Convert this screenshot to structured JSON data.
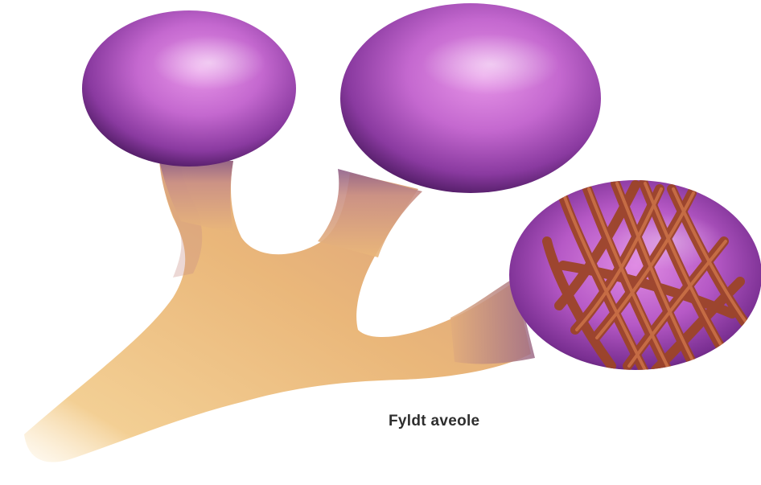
{
  "diagram": {
    "caption": "Fyldt aveole",
    "colors": {
      "duct_light": "#f6d9a6",
      "duct_mid": "#e8b877",
      "duct_shadow": "#b97a6a",
      "alveolus_light": "#dc8ae0",
      "alveolus_mid": "#a34ab5",
      "alveolus_dark": "#4a1a5e",
      "myoepithelial_fiber": "#b0522f",
      "fiber_highlight": "#d97a4a"
    },
    "parts": [
      "duct",
      "alveolus",
      "alveolus",
      "filled-alveolus",
      "myoepithelial-cells"
    ]
  }
}
